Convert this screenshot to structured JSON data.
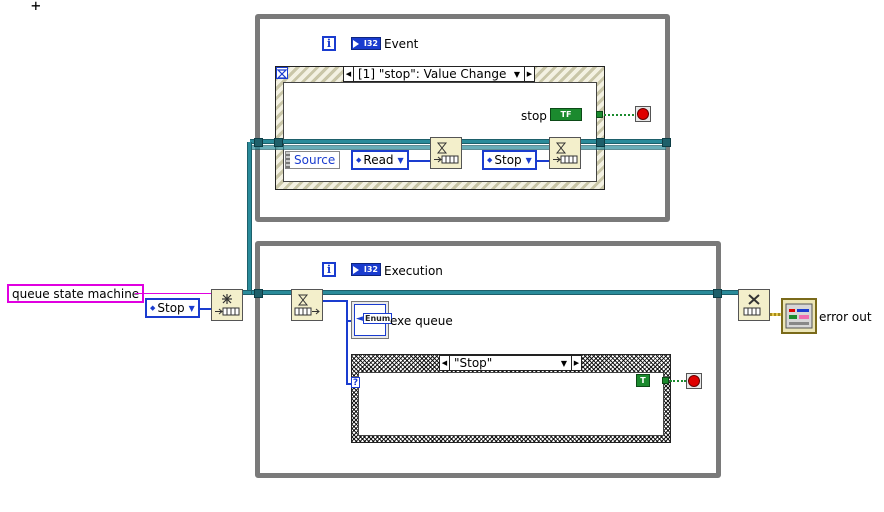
{
  "cursor_glyph": "+",
  "colors": {
    "loop_border": "#7a7a7a",
    "queue_wire": "#2a8b9a",
    "enum_blue": "#1a3ccf",
    "boolean_green": "#1b8a2e",
    "label_pink": "#e000e0",
    "stop_red": "#e00000"
  },
  "event_loop": {
    "iteration_terminal": "i",
    "type_badge": "I32",
    "title": "Event",
    "event_selector": "[1] \"stop\": Value Change",
    "stop_label": "stop",
    "stop_indicator_text": "TF",
    "source_node": "Source",
    "read_constant": "Read",
    "stop_constant": "Stop"
  },
  "execution_loop": {
    "iteration_terminal": "i",
    "type_badge": "I32",
    "title": "Execution",
    "enum_badge": "Enum",
    "exe_queue_label": "exe queue",
    "case_selector": "\"Stop\"",
    "case_selector_terminal": "?",
    "true_constant": "T"
  },
  "left": {
    "queue_label": "queue state machine",
    "stop_constant": "Stop"
  },
  "right": {
    "release_glyph": "X",
    "error_out_label": "error out"
  },
  "icons": [
    "obtain-queue-icon",
    "enqueue-icon",
    "dequeue-icon",
    "release-queue-icon",
    "error-cluster-icon",
    "stop-terminal-icon",
    "unbundle-enum-icon"
  ]
}
